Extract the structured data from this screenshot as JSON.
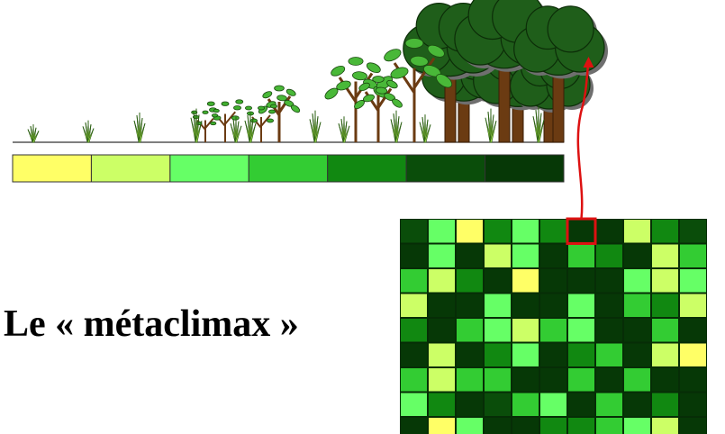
{
  "title": "Le « métaclimax »",
  "succession_colors": [
    "#ffff66",
    "#ccff66",
    "#66ff66",
    "#33cc33",
    "#118811",
    "#0a4d0a",
    "#063806"
  ],
  "stages": [
    "grass",
    "grass",
    "grass",
    "grass-shrub",
    "shrub",
    "tree",
    "tree",
    "forest"
  ],
  "mosaic": {
    "rows": 9,
    "cols": 11,
    "highlight": {
      "row": 0,
      "col": 6
    },
    "cells": [
      [
        5,
        2,
        0,
        4,
        2,
        4,
        6,
        6,
        1,
        4,
        5
      ],
      [
        6,
        2,
        6,
        1,
        2,
        6,
        3,
        4,
        6,
        1,
        3
      ],
      [
        3,
        1,
        4,
        6,
        0,
        6,
        6,
        6,
        2,
        1,
        2
      ],
      [
        1,
        6,
        6,
        2,
        6,
        6,
        2,
        6,
        3,
        4,
        1
      ],
      [
        4,
        6,
        3,
        2,
        1,
        3,
        2,
        6,
        6,
        3,
        6
      ],
      [
        6,
        1,
        6,
        4,
        2,
        6,
        4,
        3,
        6,
        1,
        0
      ],
      [
        3,
        1,
        3,
        3,
        6,
        6,
        3,
        6,
        3,
        6,
        6
      ],
      [
        2,
        4,
        6,
        5,
        3,
        2,
        6,
        3,
        6,
        4,
        6
      ],
      [
        6,
        0,
        2,
        6,
        6,
        4,
        4,
        3,
        2,
        1,
        6
      ]
    ]
  }
}
